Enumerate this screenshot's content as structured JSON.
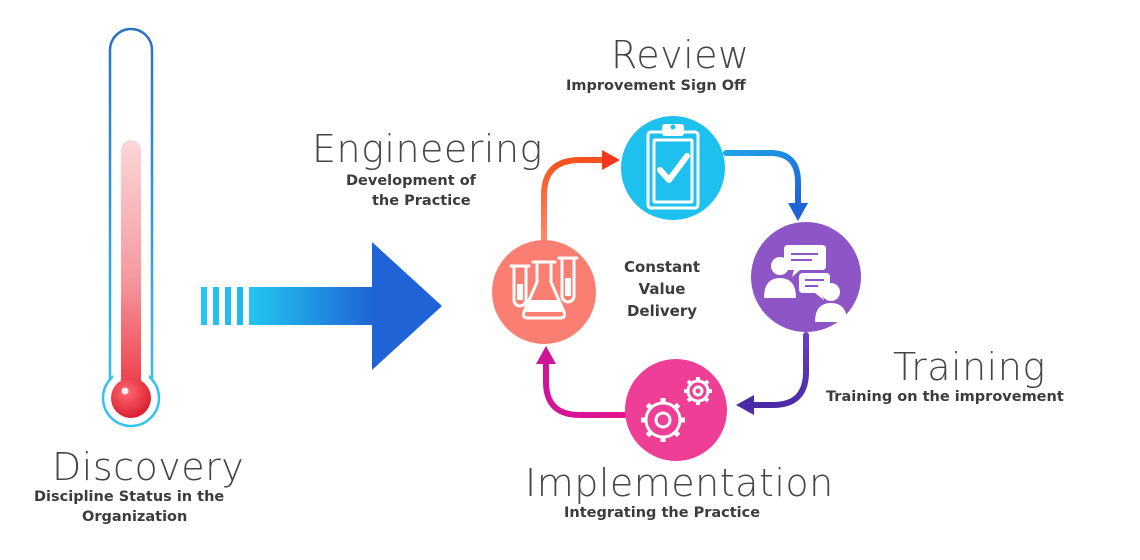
{
  "stages": {
    "discovery": {
      "title": "Discovery",
      "subtitle_line1": "Discipline Status in the",
      "subtitle_line2": "Organization"
    },
    "engineering": {
      "title": "Engineering",
      "subtitle_line1": "Development of",
      "subtitle_line2": "the Practice"
    },
    "review": {
      "title": "Review",
      "subtitle": "Improvement Sign Off"
    },
    "training": {
      "title": "Training",
      "subtitle": "Training on the improvement"
    },
    "implementation": {
      "title": "Implementation",
      "subtitle": "Integrating the Practice"
    }
  },
  "center": {
    "line1": "Constant",
    "line2": "Value",
    "line3": "Delivery"
  },
  "icons": {
    "thermometer": "thermometer-icon",
    "engineering": "lab-flask-icon",
    "review": "clipboard-check-icon",
    "training": "chat-people-icon",
    "implementation": "gears-icon",
    "arrow": "big-right-arrow-icon"
  },
  "colors": {
    "engineering": "#fa7f72",
    "review": "#1ec0ee",
    "training": "#8e55c6",
    "implementation": "#ef3e95",
    "arrow_blue": "#1f7fdc",
    "thermo_red": "#e8283a",
    "thermo_outline": "#2b78c4"
  }
}
